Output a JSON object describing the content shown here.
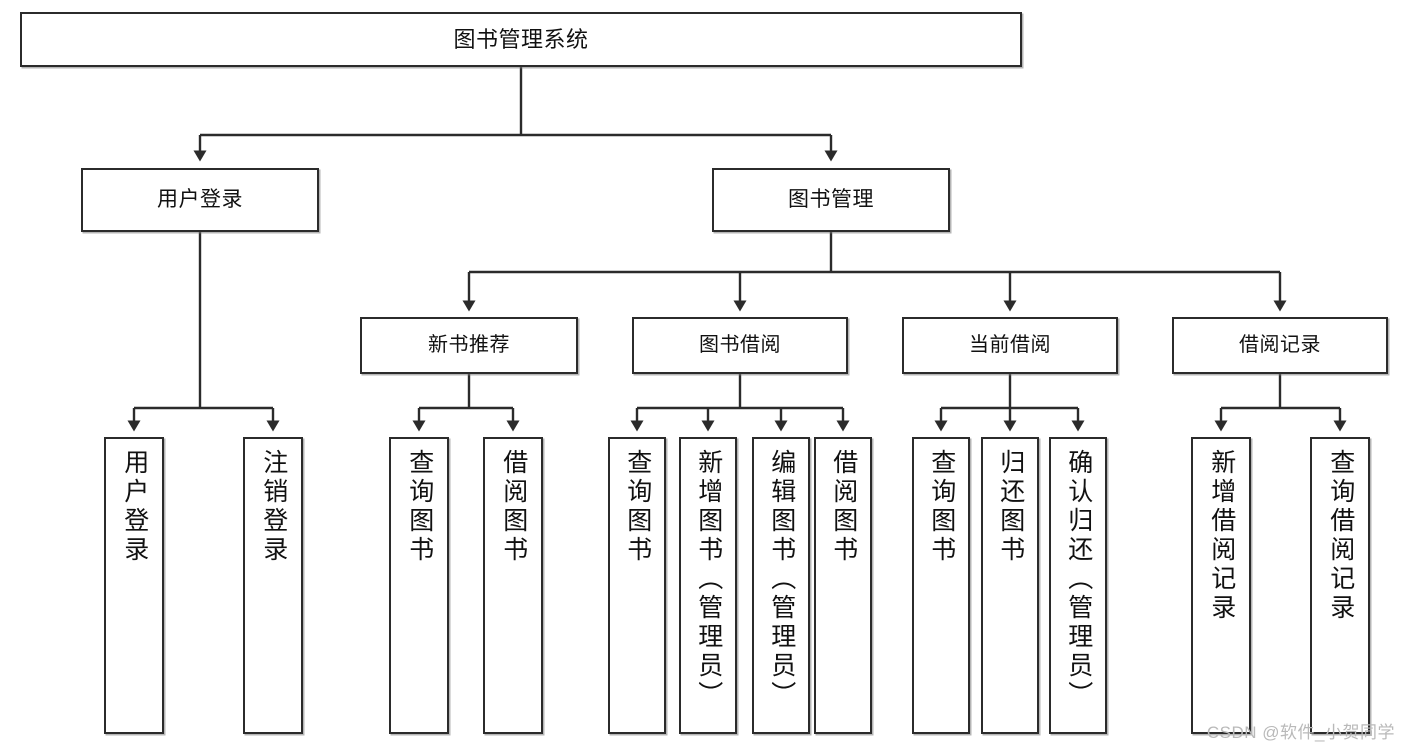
{
  "diagram": {
    "title": "图书管理系统",
    "watermark": "CSDN @软件_小贺同学",
    "line_color": "#2b2b2b",
    "box_fill": "#ffffff",
    "text_color": "#111111"
  },
  "nodes": {
    "root": {
      "label": "图书管理系统"
    },
    "level2": [
      {
        "label": "用户登录"
      },
      {
        "label": "图书管理"
      }
    ],
    "level3": [
      {
        "label": "新书推荐"
      },
      {
        "label": "图书借阅"
      },
      {
        "label": "当前借阅"
      },
      {
        "label": "借阅记录"
      }
    ],
    "leaves": {
      "user_login": [
        {
          "label": "用户登录"
        },
        {
          "label": "注销登录"
        }
      ],
      "new_book_recommend": [
        {
          "label": "查询图书"
        },
        {
          "label": "借阅图书"
        }
      ],
      "book_borrow": [
        {
          "label": "查询图书"
        },
        {
          "label": "新增图书（管理员）"
        },
        {
          "label": "编辑图书（管理员）"
        },
        {
          "label": "借阅图书"
        }
      ],
      "current_borrow": [
        {
          "label": "查询图书"
        },
        {
          "label": "归还图书"
        },
        {
          "label": "确认归还（管理员）"
        }
      ],
      "borrow_record": [
        {
          "label": "新增借阅记录"
        },
        {
          "label": "查询借阅记录"
        }
      ]
    }
  }
}
